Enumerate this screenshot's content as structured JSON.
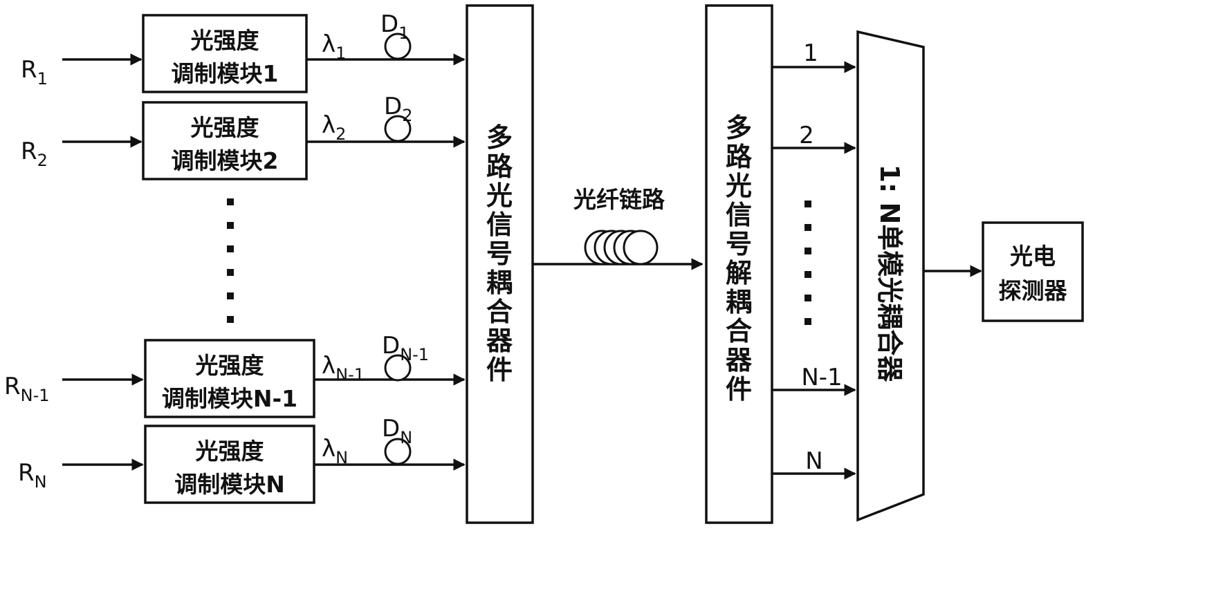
{
  "inputs": [
    {
      "base": "R",
      "sub": "1"
    },
    {
      "base": "R",
      "sub": "2"
    },
    {
      "base": "R",
      "sub": "N-1"
    },
    {
      "base": "R",
      "sub": "N"
    }
  ],
  "modules": [
    {
      "line1": "光强度",
      "line2": "调制模块1"
    },
    {
      "line1": "光强度",
      "line2": "调制模块2"
    },
    {
      "line1": "光强度",
      "line2": "调制模块N-1"
    },
    {
      "line1": "光强度",
      "line2": "调制模块N"
    }
  ],
  "wavelengths": [
    {
      "base": "λ",
      "sub": "1"
    },
    {
      "base": "λ",
      "sub": "2"
    },
    {
      "base": "λ",
      "sub": "N-1"
    },
    {
      "base": "λ",
      "sub": "N"
    }
  ],
  "delays": [
    {
      "base": "D",
      "sub": "1"
    },
    {
      "base": "D",
      "sub": "2"
    },
    {
      "base": "D",
      "sub": "N-1"
    },
    {
      "base": "D",
      "sub": "N"
    }
  ],
  "coupler": {
    "chars": [
      "多",
      "路",
      "光",
      "信",
      "号",
      "耦",
      "合",
      "器",
      "件"
    ]
  },
  "fiber_label": "光纤链路",
  "decoupler": {
    "chars": [
      "多",
      "路",
      "光",
      "信",
      "号",
      "解",
      "耦",
      "合",
      "器",
      "件"
    ]
  },
  "outputs": [
    "1",
    "2",
    "N-1",
    "N"
  ],
  "combiner": {
    "chars": [
      "1:",
      "N",
      "单",
      "模",
      "光",
      "耦",
      "合",
      "器"
    ]
  },
  "detector": {
    "line1": "光电",
    "line2": "探测器"
  }
}
